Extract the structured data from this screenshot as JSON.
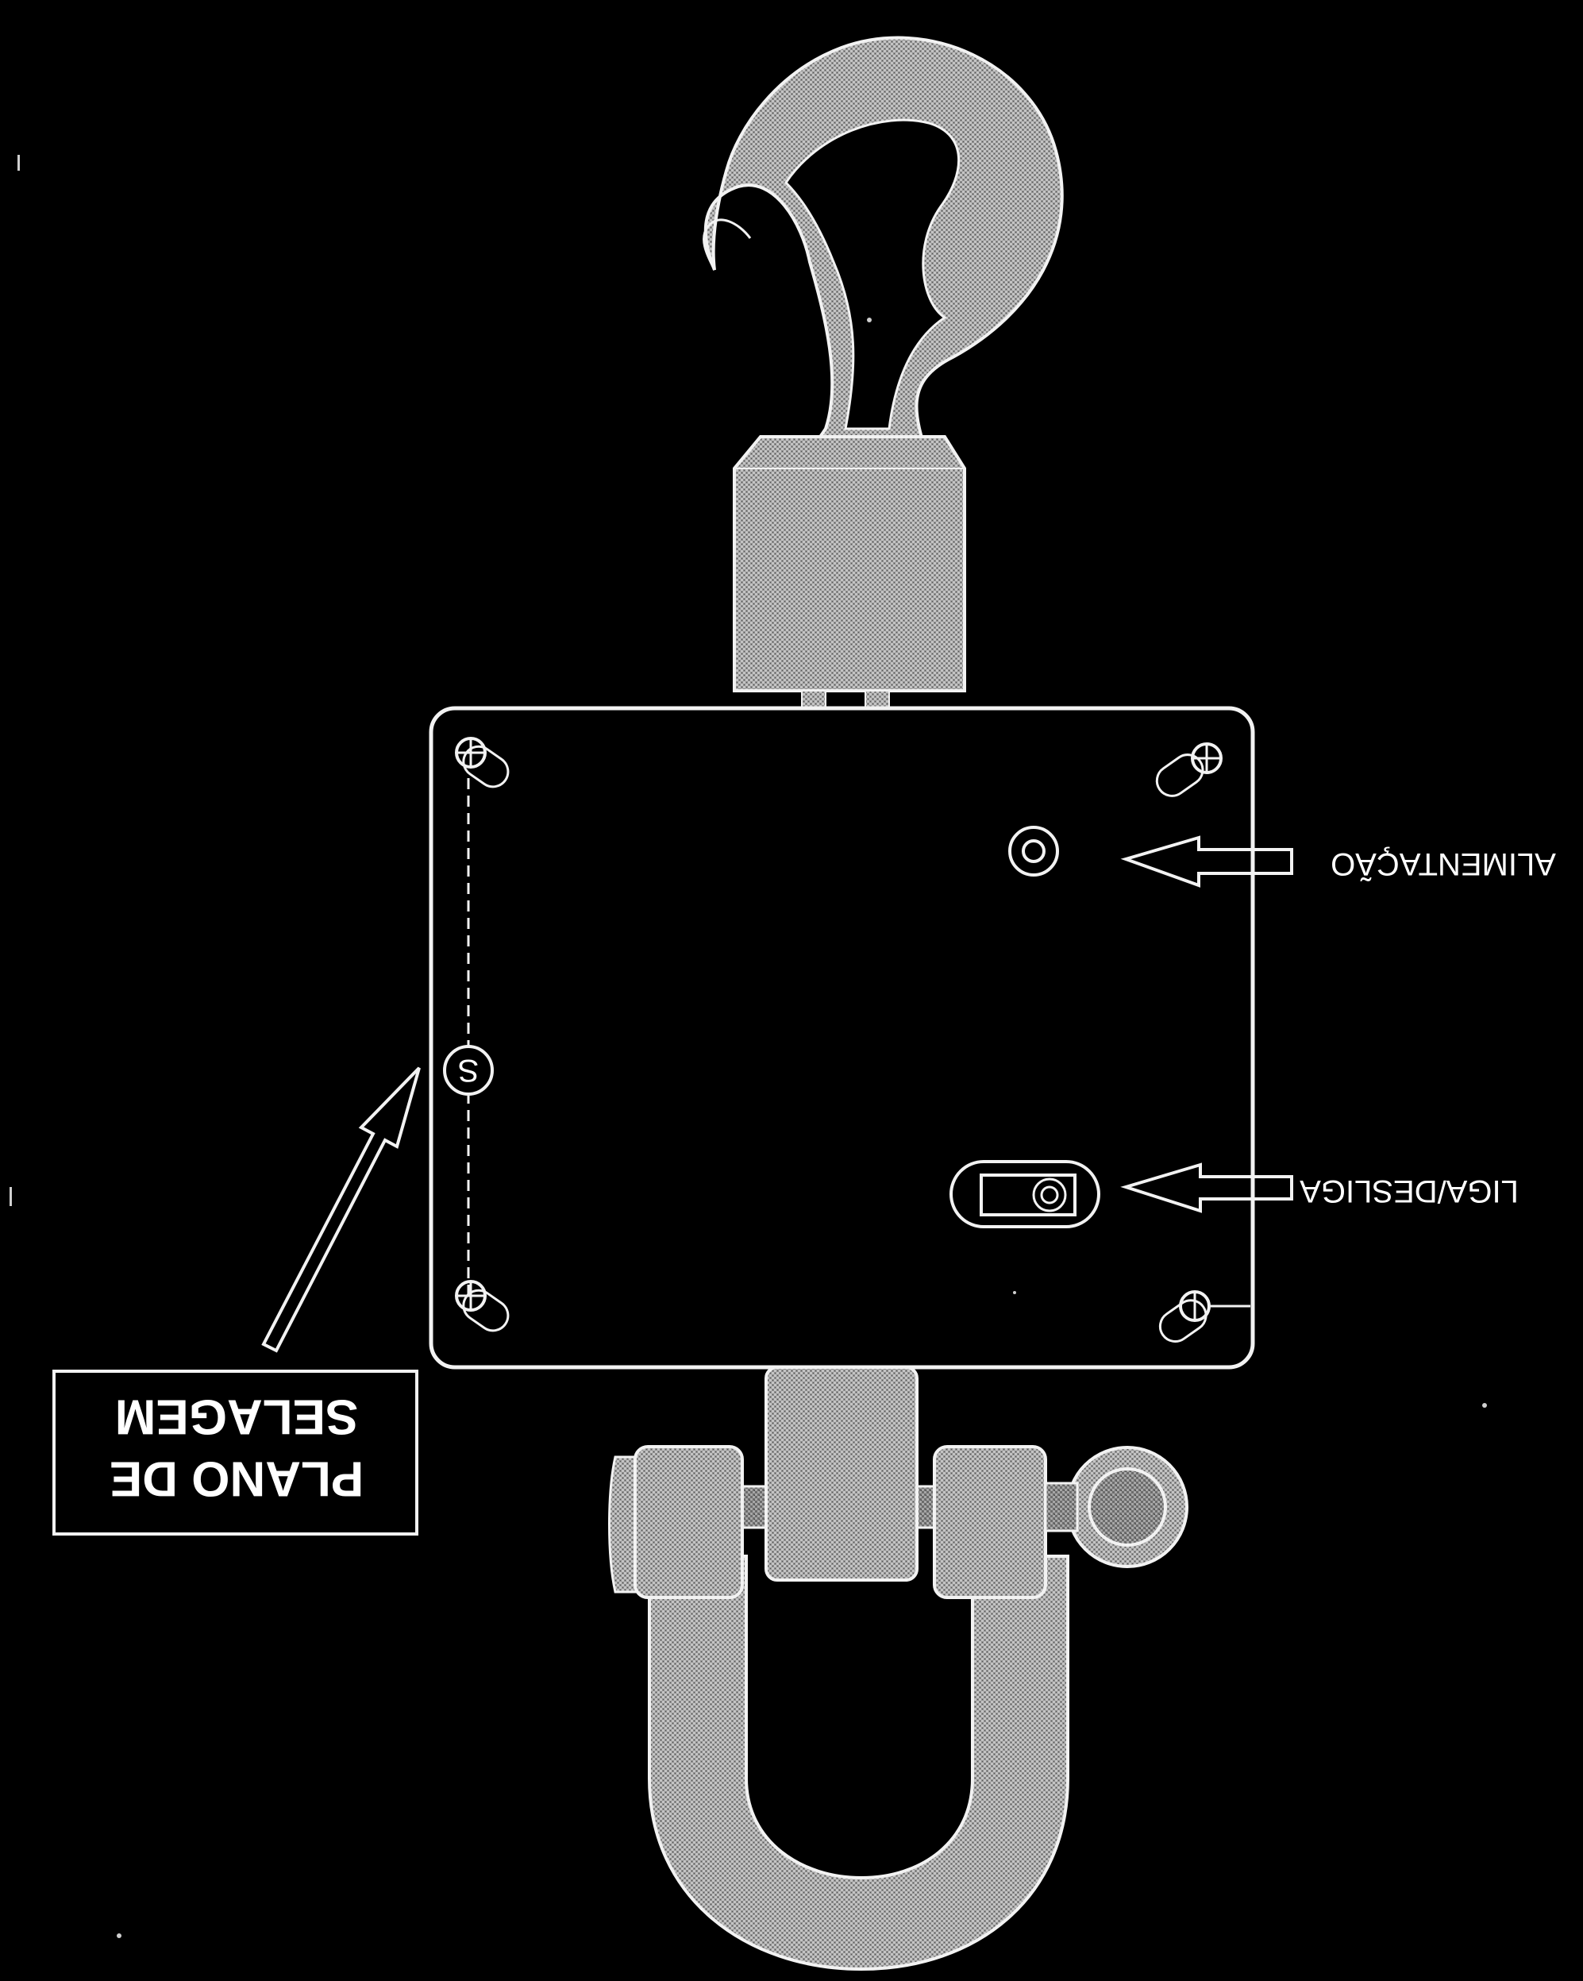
{
  "diagram": {
    "description_labels": {
      "power_label": "ALIMENTAÇÃO",
      "switch_label": "LIGA/DESLIGA",
      "seal_plan_line1": "PLANO DE",
      "seal_plan_line2": "SELAGEM",
      "seal_marker": "S"
    },
    "colors": {
      "background": "#000000",
      "outline": "#f2f2f2",
      "hatch_fill": "#9a9a9a",
      "hatch_dark": "#5e5e5e"
    },
    "icons": {
      "hook": "crane-hook-icon",
      "shackle": "shackle-icon",
      "arrow": "arrow-left-icon"
    },
    "mirrored": true
  }
}
